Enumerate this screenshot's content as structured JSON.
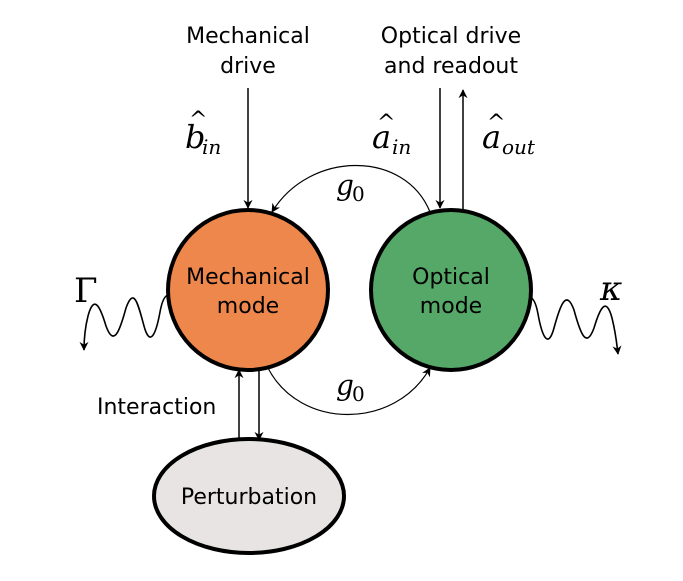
{
  "labels": {
    "mechanical_drive_l1": "Mechanical",
    "mechanical_drive_l2": "drive",
    "optical_drive_l1": "Optical drive",
    "optical_drive_l2": "and readout",
    "b_in_base": "b",
    "b_in_hat": "^",
    "b_in_sub": "in",
    "a_in_base": "a",
    "a_in_hat": "^",
    "a_in_sub": "in",
    "a_out_base": "a",
    "a_out_hat": "^",
    "a_out_sub": "out",
    "g0_top_base": "g",
    "g0_top_sub": "0",
    "g0_bottom_base": "g",
    "g0_bottom_sub": "0",
    "gamma": "Γ",
    "kappa": "κ",
    "interaction": "Interaction"
  },
  "nodes": {
    "mechanical": {
      "line1": "Mechanical",
      "line2": "mode",
      "fill": "#ED874B"
    },
    "optical": {
      "line1": "Optical",
      "line2": "mode",
      "fill": "#55A868"
    },
    "perturbation": {
      "label": "Perturbation",
      "fill": "#E8E4E4"
    }
  }
}
